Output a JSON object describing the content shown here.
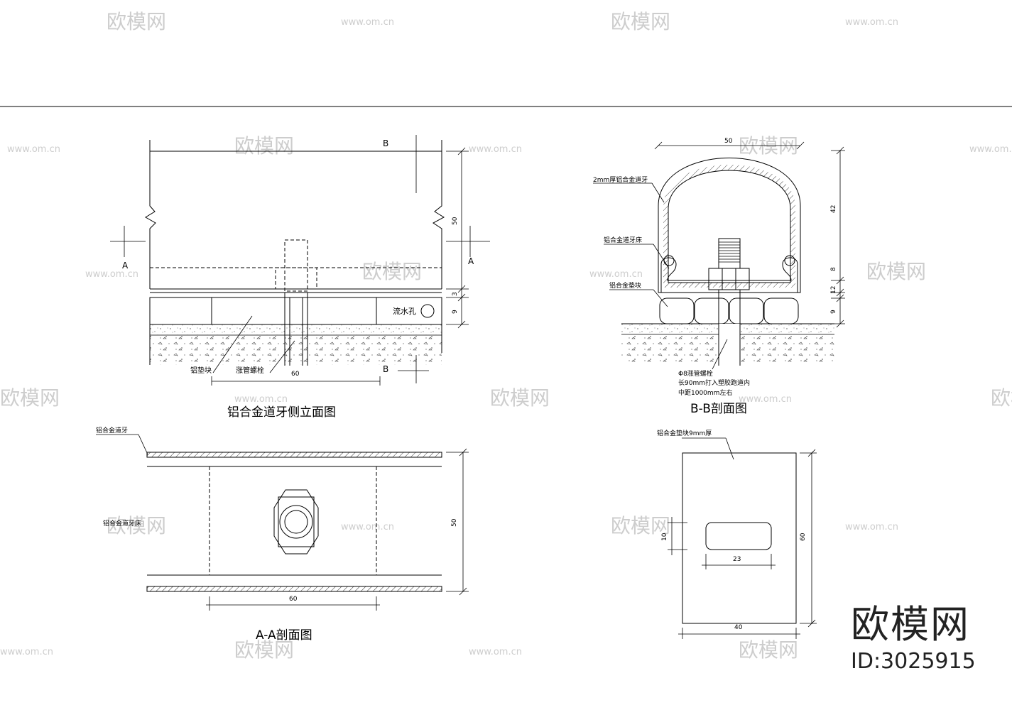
{
  "watermark": {
    "site": "欧模网",
    "url": "www.om.cn"
  },
  "brand": {
    "name": "欧模网",
    "id_label": "ID:3025915"
  },
  "side_elevation": {
    "title": "铝合金道牙侧立面图",
    "section_mark_a": "A",
    "section_mark_b": "B",
    "label_pad": "铝垫块",
    "label_bolt": "涨管螺栓",
    "label_drain": "流水孔",
    "dim_height": "50",
    "dim_top": "3",
    "dim_pad": "9",
    "dim_width": "60"
  },
  "section_bb": {
    "title": "B-B剖面图",
    "label_curb": "2mm厚铝合金道牙",
    "label_bed": "铝合金道牙床",
    "label_pad": "铝合金垫块",
    "dim_width": "50",
    "dim_42": "42",
    "dim_8": "8",
    "dim_12": "12",
    "dim_9": "9",
    "note_line1": "Φ8涨管螺栓",
    "note_line2": "长90mm打入塑胶跑道内",
    "note_line3": "中距1000mm左右"
  },
  "section_aa": {
    "title": "A-A剖面图",
    "label_curb": "铝合金道牙",
    "label_bed": "铝合金道牙床",
    "dim_height": "50",
    "dim_width": "60"
  },
  "pad_detail": {
    "label": "铝合金垫块9mm厚",
    "dim_height": "60",
    "dim_slot_h": "10",
    "dim_slot_w": "23",
    "dim_width": "40"
  }
}
